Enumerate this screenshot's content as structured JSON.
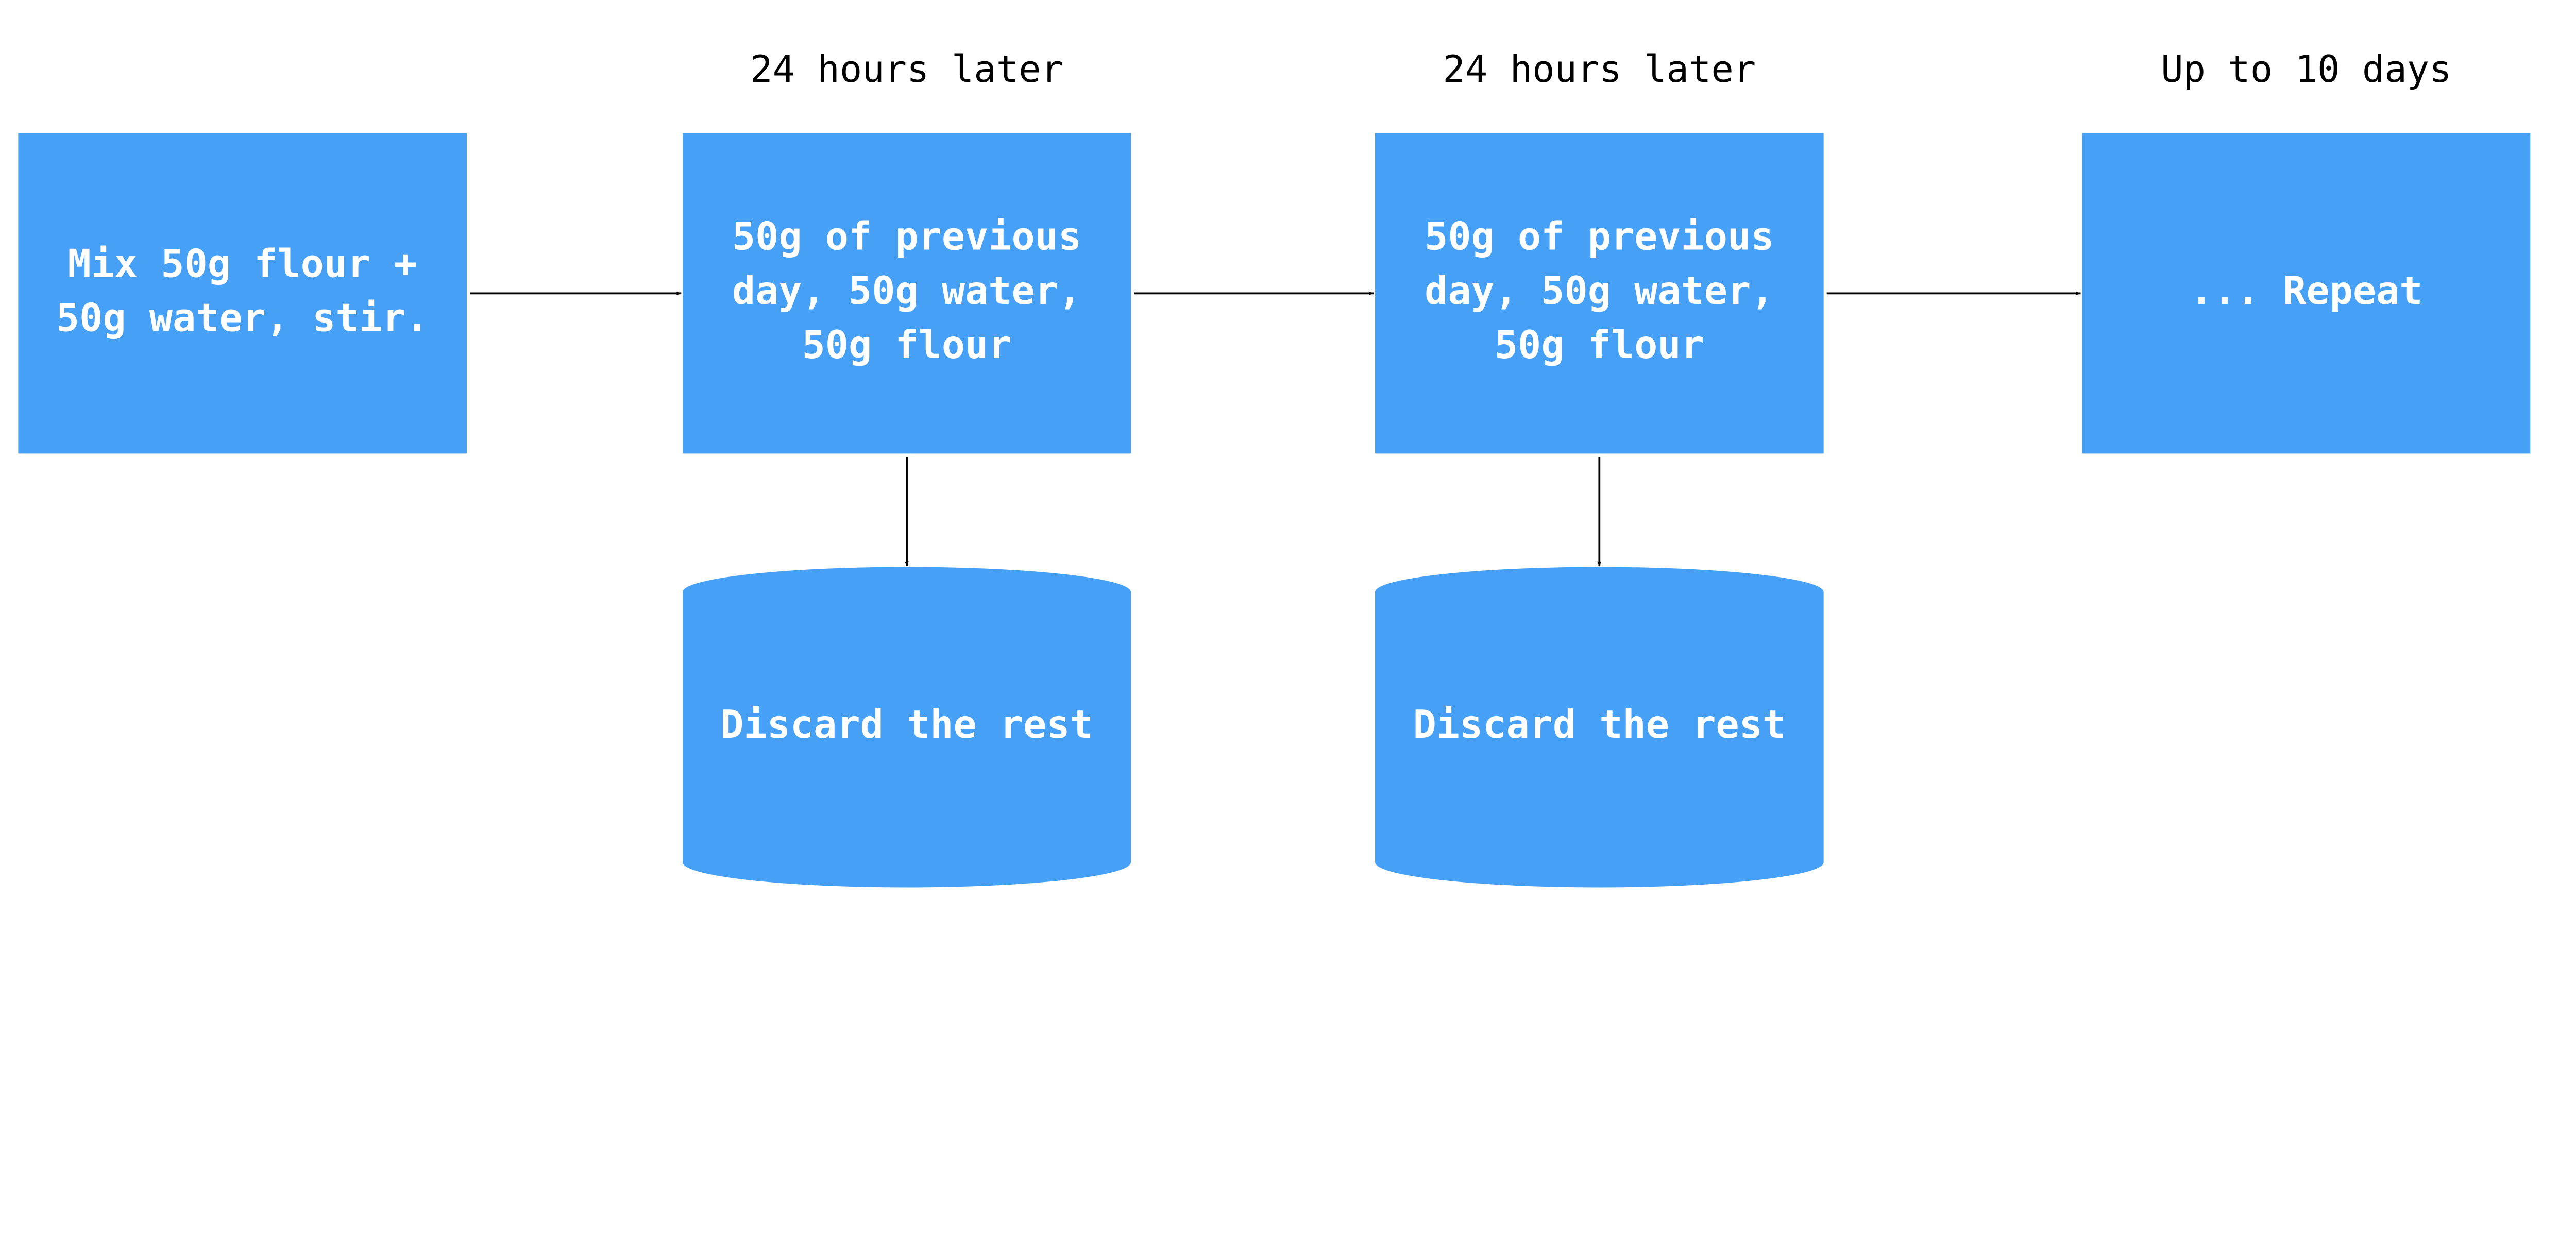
{
  "diagram": {
    "fill_color": "#46A1F6",
    "nodes": [
      {
        "id": "n1",
        "shape": "rect",
        "lines": [
          "Mix 50g flour +",
          "50g water, stir."
        ],
        "caption": ""
      },
      {
        "id": "n2",
        "shape": "rect",
        "lines": [
          "50g of previous",
          "day, 50g water,",
          "50g flour"
        ],
        "caption": "24 hours later"
      },
      {
        "id": "n3",
        "shape": "rect",
        "lines": [
          "50g of previous",
          "day, 50g water,",
          "50g flour"
        ],
        "caption": "24 hours later"
      },
      {
        "id": "n4",
        "shape": "rect",
        "lines": [
          "... Repeat"
        ],
        "caption": "Up to 10 days"
      },
      {
        "id": "d2",
        "shape": "cylinder",
        "lines": [
          "Discard the rest"
        ]
      },
      {
        "id": "d3",
        "shape": "cylinder",
        "lines": [
          "Discard the rest"
        ]
      }
    ],
    "edges": [
      {
        "from": "n1",
        "to": "n2"
      },
      {
        "from": "n2",
        "to": "n3"
      },
      {
        "from": "n3",
        "to": "n4"
      },
      {
        "from": "n2",
        "to": "d2"
      },
      {
        "from": "n3",
        "to": "d3"
      }
    ]
  }
}
